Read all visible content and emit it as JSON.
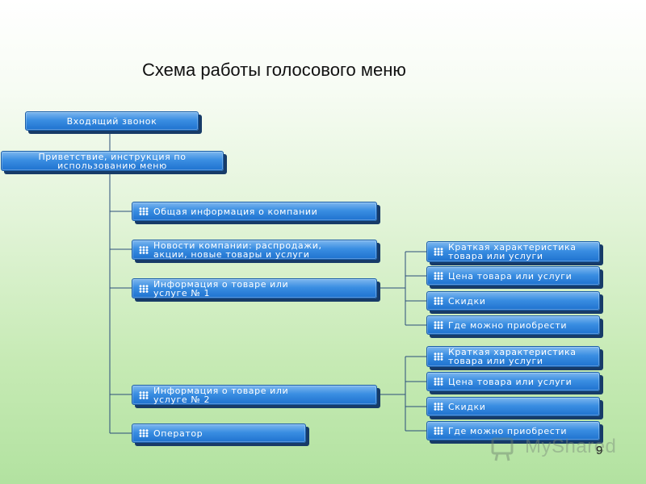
{
  "title": "Схема работы голосового меню",
  "page_number": "9",
  "watermark": "MyShared",
  "nodes": {
    "incoming_call": "Входящий звонок",
    "greeting": {
      "line1": "Приветствие, инструкция по",
      "line2": "использованию меню"
    },
    "general_info": "Общая информация о компании",
    "company_news": {
      "line1": "Новости компании: распродажи,",
      "line2": "акции, новые товары и услуги"
    },
    "product_info_1": {
      "line1": "Информация о товаре или",
      "line2": "услуге № 1"
    },
    "product_info_2": {
      "line1": "Информация о товаре или",
      "line2": "услуге № 2"
    },
    "operator": "Оператор",
    "group1": {
      "short_desc": {
        "line1": "Краткая характеристика",
        "line2": "товара или услуги"
      },
      "price": "Цена товара или услуги",
      "discounts": "Скидки",
      "where_to_buy": "Где можно приобрести"
    },
    "group2": {
      "short_desc": {
        "line1": "Краткая характеристика",
        "line2": "товара или услуги"
      },
      "price": "Цена товара или услуги",
      "discounts": "Скидки",
      "where_to_buy": "Где можно приобрести"
    }
  }
}
